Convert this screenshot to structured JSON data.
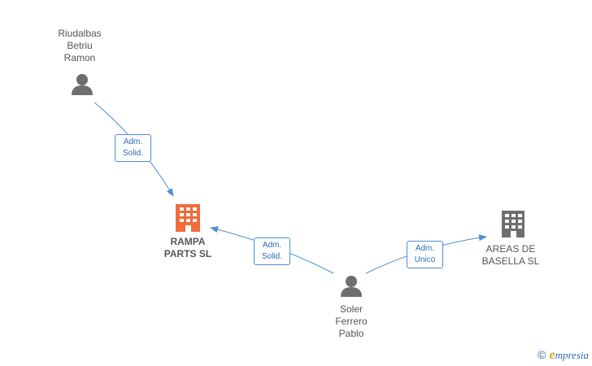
{
  "nodes": {
    "riudalbas": {
      "label": "Riudalbas\nBetriu\nRamon",
      "type": "person",
      "color": "#6e6e6e"
    },
    "rampa": {
      "label": "RAMPA\nPARTS SL",
      "type": "company",
      "color": "#f26b3a"
    },
    "soler": {
      "label": "Soler\nFerrero\nPablo",
      "type": "person",
      "color": "#6e6e6e"
    },
    "areas": {
      "label": "AREAS DE\nBASELLA SL",
      "type": "company",
      "color": "#6e6e6e"
    }
  },
  "edges": {
    "e1": {
      "from": "riudalbas",
      "to": "rampa",
      "label": "Adm.\nSolid."
    },
    "e2": {
      "from": "soler",
      "to": "rampa",
      "label": "Adm.\nSolid."
    },
    "e3": {
      "from": "soler",
      "to": "areas",
      "label": "Adm.\nUnico"
    }
  },
  "colors": {
    "edge": "#4a90d9",
    "label_border": "#4a90d9",
    "label_text": "#2a6db5"
  },
  "brand": {
    "copyright": "©",
    "first_letter": "e",
    "rest": "mpresia"
  }
}
